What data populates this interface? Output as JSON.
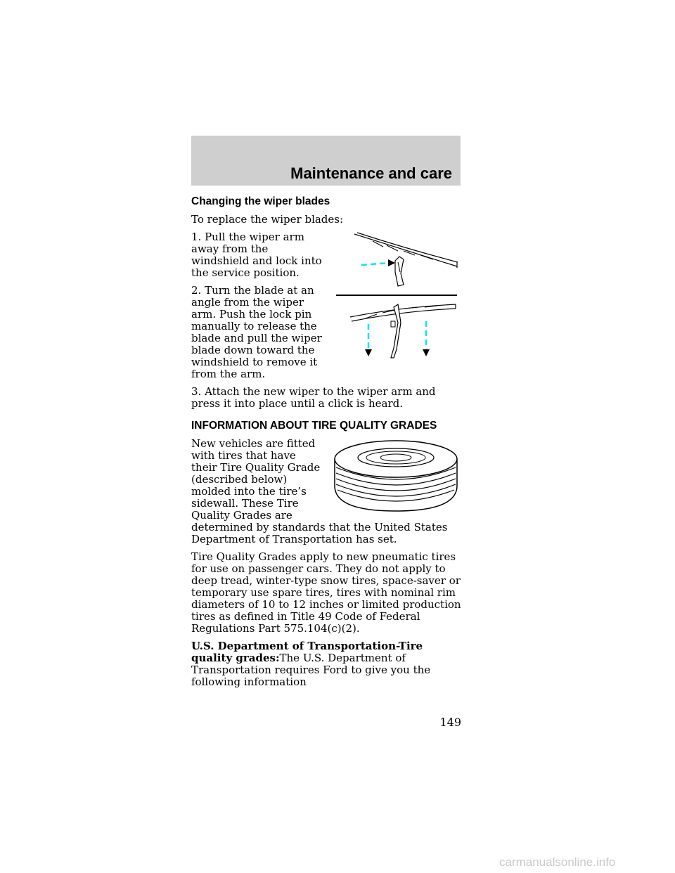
{
  "header": {
    "title": "Maintenance and care"
  },
  "sections": {
    "wiper": {
      "heading": "Changing the wiper blades",
      "intro": "To replace the wiper blades:",
      "step1": "1. Pull the wiper arm away from the windshield and lock into the service position.",
      "step2": "2. Turn the blade at an angle from the wiper arm. Push the lock pin manually to release the blade and pull the wiper blade down toward the windshield to remove it from the arm.",
      "step3": "3. Attach the new wiper to the wiper arm and press it into place until a click is heard."
    },
    "tires": {
      "heading": "INFORMATION ABOUT TIRE QUALITY GRADES",
      "para1": "New vehicles are fitted with tires that have their Tire Quality Grade (described below) molded into the tire’s sidewall. These Tire Quality Grades are determined by standards that the United States Department of Transportation has set.",
      "para2": "Tire Quality Grades apply to new pneumatic tires for use on passenger cars. They do not apply to deep tread, winter-type snow tires, space-saver or temporary use spare tires, tires with nominal rim diameters of 10 to 12 inches or limited production tires as defined in Title 49 Code of Federal Regulations Part 575.104(c)(2).",
      "para3_lead": "U.S. Department of Transportation-Tire quality grades:",
      "para3_body": "The U.S. Department of Transportation requires Ford to give you the following information"
    }
  },
  "page_number": "149",
  "watermark": "carmanualsonline.info",
  "colors": {
    "header_bg": "#cfcfcf",
    "arrow_accent": "#00e5ff",
    "watermark": "#c9c9c9"
  }
}
